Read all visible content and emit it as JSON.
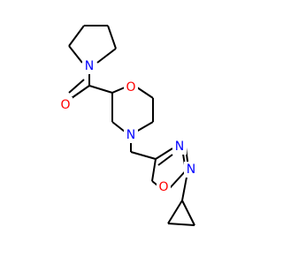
{
  "molecule": {
    "atoms": [
      {
        "id": "n_pyrrolidine",
        "symbol": "N",
        "color": "#0000ff"
      },
      {
        "id": "o_carbonyl",
        "symbol": "O",
        "color": "#ff0000"
      },
      {
        "id": "o_morpholine",
        "symbol": "O",
        "color": "#ff0000"
      },
      {
        "id": "n_morpholine",
        "symbol": "N",
        "color": "#0000ff"
      },
      {
        "id": "n_oxadiazole_3",
        "symbol": "N",
        "color": "#0000ff"
      },
      {
        "id": "n_oxadiazole_4",
        "symbol": "N",
        "color": "#0000ff"
      },
      {
        "id": "o_oxadiazole",
        "symbol": "O",
        "color": "#ff0000"
      }
    ],
    "bond_color": "#000000"
  }
}
